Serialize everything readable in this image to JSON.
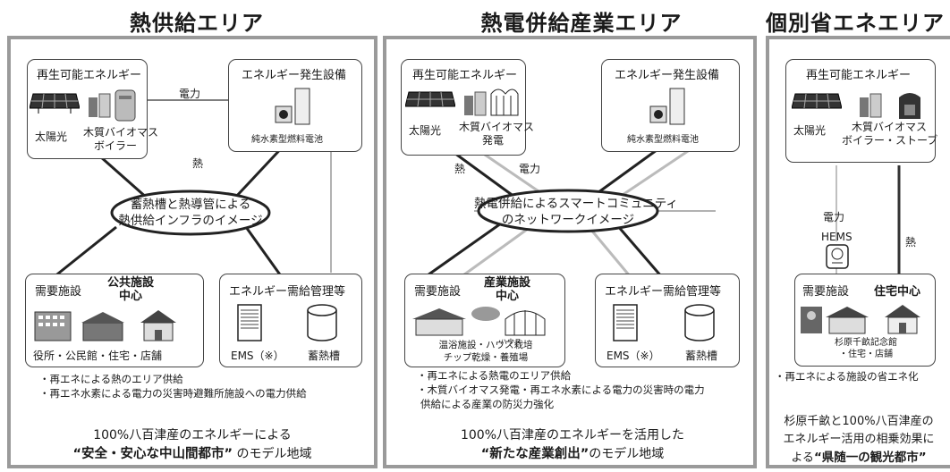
{
  "titles": {
    "heat": "熱供給エリア",
    "cogen": "熱電併給産業エリア",
    "individual": "個別省エネエリア"
  },
  "heat": {
    "renewable": {
      "title": "再生可能エネルギー",
      "solar": "太陽光",
      "biomass1": "木質バイオマス",
      "biomass2": "ボイラー"
    },
    "generation": {
      "title": "エネルギー発生設備",
      "fuelcell": "純水素型燃料電池"
    },
    "power_label": "電力",
    "heat_label": "熱",
    "ellipse": [
      "蓄熱槽と熱導管による",
      "熱供給インフラのイメージ"
    ],
    "demand": {
      "title": "需要施設",
      "title_bold1": "公共施設",
      "title_bold2": "中心",
      "caption": "役所・公民館・住宅・店舗"
    },
    "management": {
      "title": "エネルギー需給管理等",
      "ems": "EMS（※）",
      "storage": "蓄熱槽"
    },
    "bullets": [
      "・再エネによる熱のエリア供給",
      "・再エネ水素による電力の災害時避難所施設への電力供給"
    ],
    "slogan": {
      "line1": "100%八百津産のエネルギーによる",
      "line2_strong": "“安全・安心な中山間都市”",
      "line2_rest": "のモデル地域"
    }
  },
  "cogen": {
    "renewable": {
      "title": "再生可能エネルギー",
      "solar": "太陽光",
      "biomass1": "木質バイオマス",
      "biomass2": "発電"
    },
    "generation": {
      "title": "エネルギー発生設備",
      "fuelcell": "純水素型燃料電池"
    },
    "heat_label": "熱",
    "power_label": "電力",
    "ellipse": [
      "熱電併給によるスマートコミュニティ",
      "のネットワークイメージ"
    ],
    "demand": {
      "title": "需要施設",
      "title_bold1": "産業施設",
      "title_bold2": "中心",
      "caption1": "温浴施設・ハウス栽培",
      "caption2": "チップ乾燥・養殖場",
      "house_label": "ハウス"
    },
    "management": {
      "title": "エネルギー需給管理等",
      "ems": "EMS（※）",
      "storage": "蓄熱槽"
    },
    "bullets": [
      "・再エネによる熱電のエリア供給",
      "・木質バイオマス発電・再エネ水素による電力の災害時の電力",
      "供給による産業の防災力強化"
    ],
    "slogan": {
      "line1": "100%八百津産のエネルギーを活用した",
      "line2_strong": "“新たな産業創出”",
      "line2_rest": "のモデル地域"
    }
  },
  "individual": {
    "renewable": {
      "title": "再生可能エネルギー",
      "solar": "太陽光",
      "biomass1": "木質バイオマス",
      "biomass2": "ボイラー・ストーブ"
    },
    "power_label": "電力",
    "hems_label": "HEMS",
    "heat_label": "熱",
    "demand": {
      "title": "需要施設",
      "title_bold": "住宅中心",
      "caption1": "杉原千畝記念館",
      "caption2": "・住宅・店舗"
    },
    "bullets": [
      "・再エネによる施設の省エネ化"
    ],
    "slogan": {
      "line1": "杉原千畝と100%八百津産の",
      "line2": "エネルギー活用の相乗効果に",
      "line3_pre": "よる",
      "line3_strong": "“県随一の観光都市”"
    }
  },
  "colors": {
    "panel_border": "#9a9a9a",
    "link_line": "#555555",
    "ellipse_stroke": "#222222"
  }
}
